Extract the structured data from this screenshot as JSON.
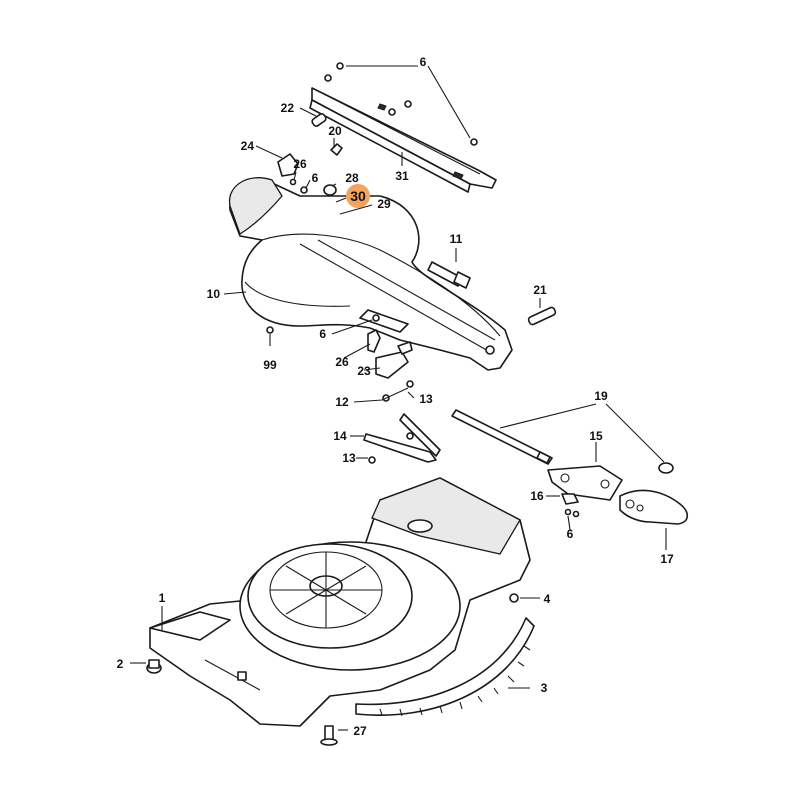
{
  "diagram": {
    "highlight_color": "#f5a35c",
    "callouts": [
      {
        "id": "c6-top",
        "text": "6"
      },
      {
        "id": "c22",
        "text": "22"
      },
      {
        "id": "c20",
        "text": "20"
      },
      {
        "id": "c24",
        "text": "24"
      },
      {
        "id": "c26-top",
        "text": "26"
      },
      {
        "id": "c6-mid",
        "text": "6"
      },
      {
        "id": "c28",
        "text": "28"
      },
      {
        "id": "c30",
        "text": "30",
        "highlighted": true
      },
      {
        "id": "c29",
        "text": "29"
      },
      {
        "id": "c31",
        "text": "31"
      },
      {
        "id": "c11",
        "text": "11"
      },
      {
        "id": "c21",
        "text": "21"
      },
      {
        "id": "c10",
        "text": "10"
      },
      {
        "id": "c6-arm",
        "text": "6"
      },
      {
        "id": "c99",
        "text": "99"
      },
      {
        "id": "c26-arm",
        "text": "26"
      },
      {
        "id": "c23",
        "text": "23"
      },
      {
        "id": "c12",
        "text": "12"
      },
      {
        "id": "c13-a",
        "text": "13"
      },
      {
        "id": "c19",
        "text": "19"
      },
      {
        "id": "c14",
        "text": "14"
      },
      {
        "id": "c15",
        "text": "15"
      },
      {
        "id": "c13-b",
        "text": "13"
      },
      {
        "id": "c16",
        "text": "16"
      },
      {
        "id": "c6-bracket",
        "text": "6"
      },
      {
        "id": "c17",
        "text": "17"
      },
      {
        "id": "c1",
        "text": "1"
      },
      {
        "id": "c4",
        "text": "4"
      },
      {
        "id": "c2",
        "text": "2"
      },
      {
        "id": "c3",
        "text": "3"
      },
      {
        "id": "c27",
        "text": "27"
      }
    ]
  }
}
